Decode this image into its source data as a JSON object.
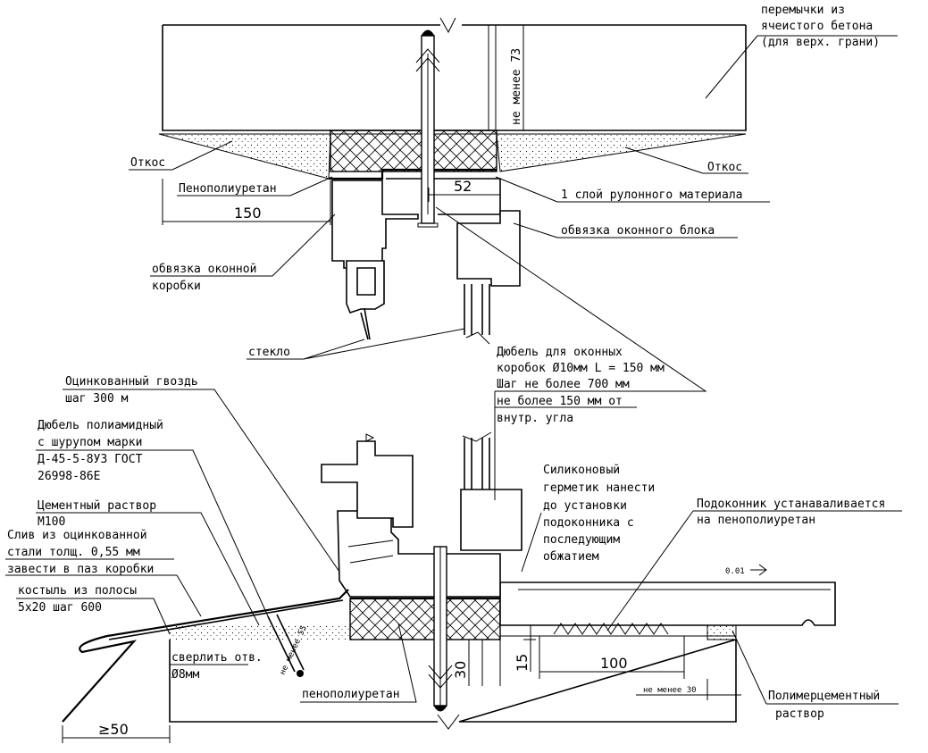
{
  "top": {
    "concrete_note": [
      "перемычки из",
      "ячеистого бетона",
      "(для верх. грани)"
    ],
    "not_less_73": "не менее 73",
    "otkos_left": "Откос",
    "otkos_right": "Откос",
    "penopoliuretan": "Пенополиуретан",
    "dim_150": "150",
    "dim_52": "52",
    "layer_note": "1 слой рулонного материала",
    "sash_frame": "обвязка оконного блока",
    "box_frame": [
      "обвязка оконной",
      "коробки"
    ],
    "glass": "стекло"
  },
  "bottom": {
    "dowel_note": [
      "Дюбель для оконных",
      "коробок Ø10мм L = 150 мм",
      "Шаг не более 700 мм",
      "не более 150 мм от",
      "внутр. угла"
    ],
    "nail_note": [
      "Оцинкованный гвоздь",
      "шаг 300 м"
    ],
    "polyamide_dowel": [
      "Дюбель полиамидный",
      "с шурупом марки",
      "Д-45-5-8У3 ГОСТ",
      "26998-86Е"
    ],
    "cement_mortar": [
      "Цементный раствор",
      "М100"
    ],
    "drip_note": [
      "Слив из оцинкованной",
      "стали толщ. 0,55 мм",
      "завести в паз коробки"
    ],
    "crutch_note": [
      "костыль из полосы",
      "5х20 шаг 600"
    ],
    "sealant_note": [
      "Силиконовый",
      "герметик нанести",
      "до установки",
      "подоконника с",
      "последующим",
      "обжатием"
    ],
    "sill_note": [
      "Подоконник устанаваливается",
      "на пенополиуретан"
    ],
    "slope_value": "0.01",
    "drill_note": [
      "сверлить отв.",
      "Ø8мм"
    ],
    "not_less_55": "не менее 55",
    "dim_30": "30",
    "dim_15": "15",
    "dim_100": "100",
    "not_less_30": "не менее 30",
    "penopoliuretan": "пенополиуретан",
    "polymer_mortar": [
      "Полимерцементный",
      "раствор"
    ],
    "dim_50": "≥50"
  }
}
